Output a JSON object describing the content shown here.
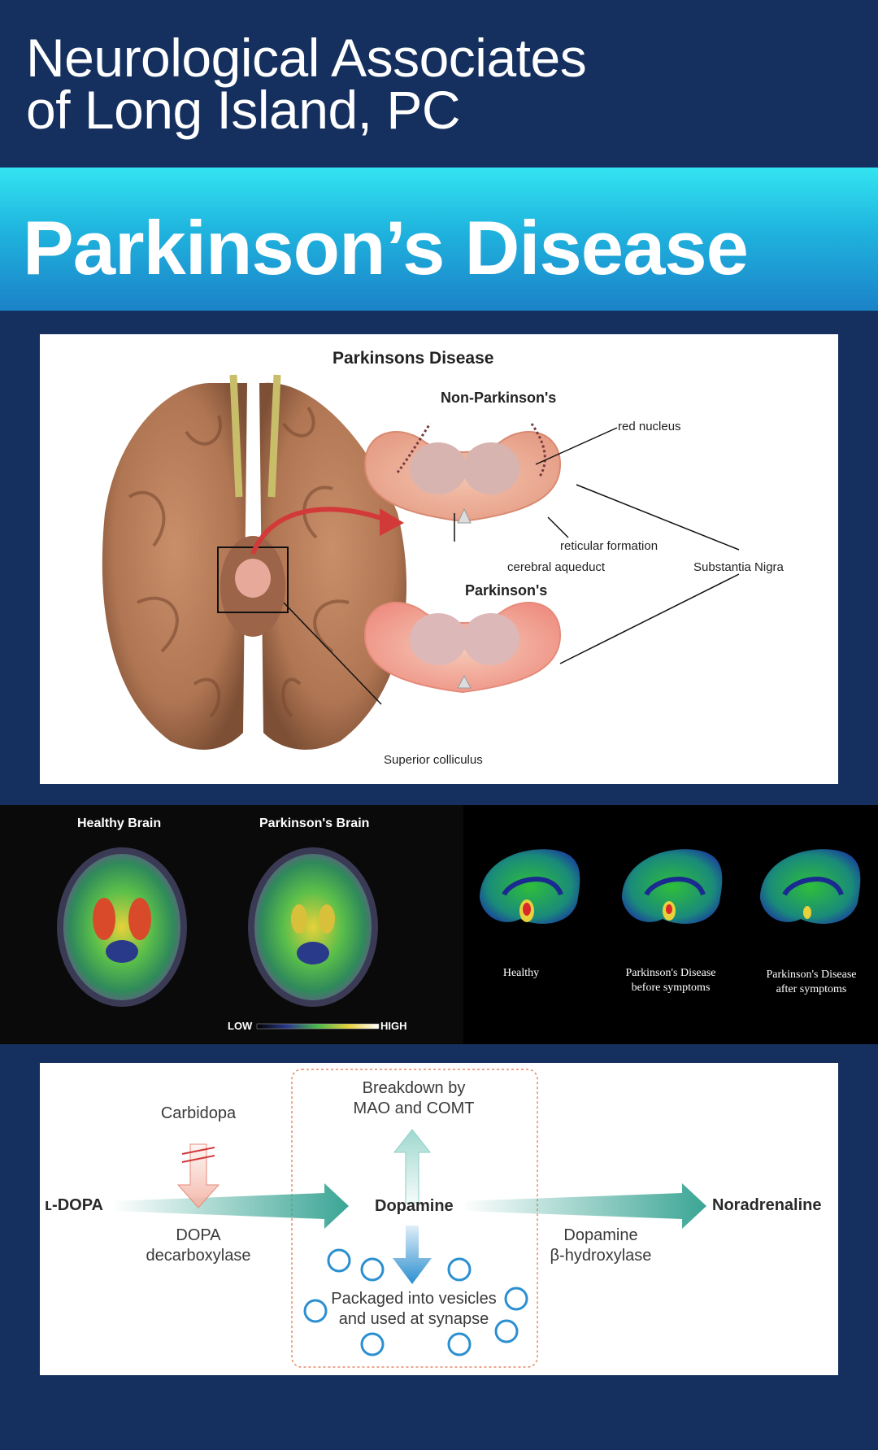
{
  "header": {
    "org_line1": "Neurological Associates",
    "org_line2": "of Long Island, PC",
    "page_title": "Parkinson’s Disease"
  },
  "anatomy_panel": {
    "title": "Parkinsons Disease",
    "non_pd_label": "Non-Parkinson's",
    "pd_label": "Parkinson's",
    "red_nucleus": "red nucleus",
    "reticular_formation": "reticular formation",
    "cerebral_aqueduct": "cerebral aqueduct",
    "substantia_nigra": "Substantia Nigra",
    "superior_colliculus": "Superior colliculus"
  },
  "scan_panel": {
    "healthy_brain": "Healthy Brain",
    "parkinsons_brain": "Parkinson's Brain",
    "scale_low": "LOW",
    "scale_high": "HIGH",
    "sag_healthy": "Healthy",
    "sag_before_1": "Parkinson's Disease",
    "sag_before_2": "before symptoms",
    "sag_after_1": "Parkinson's Disease",
    "sag_after_2": "after symptoms"
  },
  "pathway_panel": {
    "ldopa": "ʟ-DOPA",
    "carbidopa": "Carbidopa",
    "decarboxylase_1": "DOPA",
    "decarboxylase_2": "decarboxylase",
    "breakdown_1": "Breakdown by",
    "breakdown_2": "MAO and COMT",
    "dopamine": "Dopamine",
    "noradrenaline": "Noradrenaline",
    "hydroxylase_1": "Dopamine",
    "hydroxylase_2": "β-hydroxylase",
    "vesicles_1": "Packaged into vesicles",
    "vesicles_2": "and used at synapse"
  },
  "colors": {
    "navy": "#15305e",
    "banner_cyan": "#33e4f1",
    "banner_blue": "#1b82c8",
    "pathway_teal": "#3aa595",
    "vesicle_blue": "#2b8fd0",
    "box_border": "#e58a6a"
  }
}
